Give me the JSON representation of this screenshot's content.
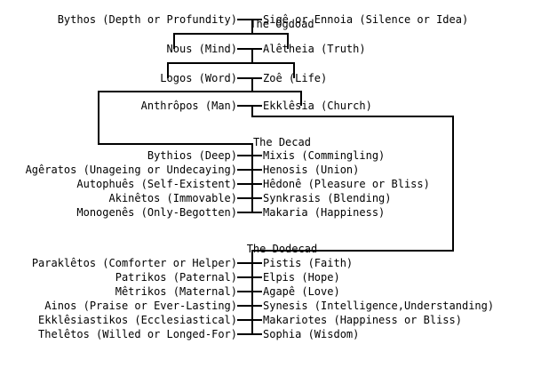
{
  "diagram": {
    "title_semantic": "valentinian-aeons-pleroma-chart",
    "sections": [
      {
        "id": "ogdoad",
        "heading": "The Ogdoad",
        "pairs": [
          {
            "left": "Bythos (Depth or Profundity)",
            "right": "Sigê or Ennoia (Silence or Idea)"
          },
          {
            "left": "Nous (Mind)",
            "right": "Alêtheia (Truth)"
          },
          {
            "left": "Logos (Word)",
            "right": "Zoê (Life)"
          },
          {
            "left": "Anthrôpos (Man)",
            "right": "Ekklêsia (Church)"
          }
        ]
      },
      {
        "id": "decad",
        "heading": "The Decad",
        "pairs": [
          {
            "left": "Bythios (Deep)",
            "right": "Mixis (Commingling)"
          },
          {
            "left": "Agêratos (Unageing or Undecaying)",
            "right": "Henosis (Union)"
          },
          {
            "left": "Autophuês (Self-Existent)",
            "right": "Hêdonê (Pleasure or Bliss)"
          },
          {
            "left": "Akinêtos (Immovable)",
            "right": "Synkrasis (Blending)"
          },
          {
            "left": "Monogenês (Only-Begotten)",
            "right": "Makaria (Happiness)"
          }
        ]
      },
      {
        "id": "dodecad",
        "heading": "The Dodecad",
        "pairs": [
          {
            "left": "Paraklêtos (Comforter or Helper)",
            "right": "Pistis (Faith)"
          },
          {
            "left": "Patrikos (Paternal)",
            "right": "Elpis (Hope)"
          },
          {
            "left": "Mêtrikos (Maternal)",
            "right": "Agapê (Love)"
          },
          {
            "left": "Ainos (Praise or Ever-Lasting)",
            "right": "Synesis (Intelligence,Understanding)"
          },
          {
            "left": "Ekklêsiastikos (Ecclesiastical)",
            "right": "Makariotes (Happiness or Bliss)"
          },
          {
            "left": "Thelêtos (Willed or Longed-For)",
            "right": "Sophia (Wisdom)"
          }
        ]
      }
    ],
    "colors": {
      "line": "#000000",
      "text": "#000000",
      "background": "#ffffff"
    }
  }
}
